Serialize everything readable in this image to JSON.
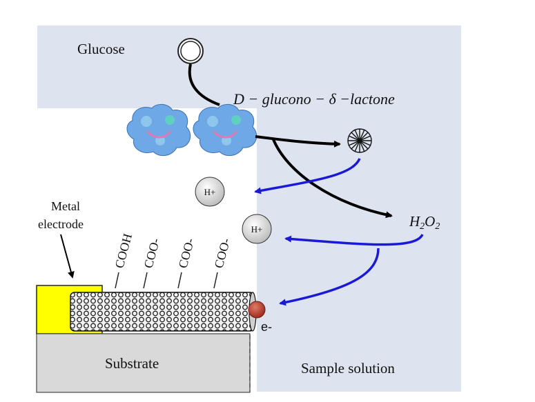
{
  "labels": {
    "glucose": "Glucose",
    "lactone": "D − glucono − δ −lactone",
    "h2o2": "H2O2",
    "metal_electrode": [
      "Metal",
      "electrode"
    ],
    "substrate": "Substrate",
    "sample_solution": "Sample solution",
    "electron": "e-",
    "proton_upper": "H+",
    "proton_lower": "H+",
    "groups": [
      "COOH",
      "COO-",
      "COO-",
      "COO-"
    ]
  },
  "colors": {
    "solution_bg": "#dde4ef",
    "electrode": "#ffff00",
    "substrate": "#d9d9d9",
    "arrow_primary": "#000000",
    "arrow_secondary": "#1a1ad6",
    "electron": "#b83a2c",
    "enzyme": "#6fa8e6"
  },
  "icons": [
    "glucose-ring-icon",
    "enzyme-icon",
    "lactone-star-icon",
    "proton-icon",
    "electron-icon",
    "nanotube-icon"
  ]
}
